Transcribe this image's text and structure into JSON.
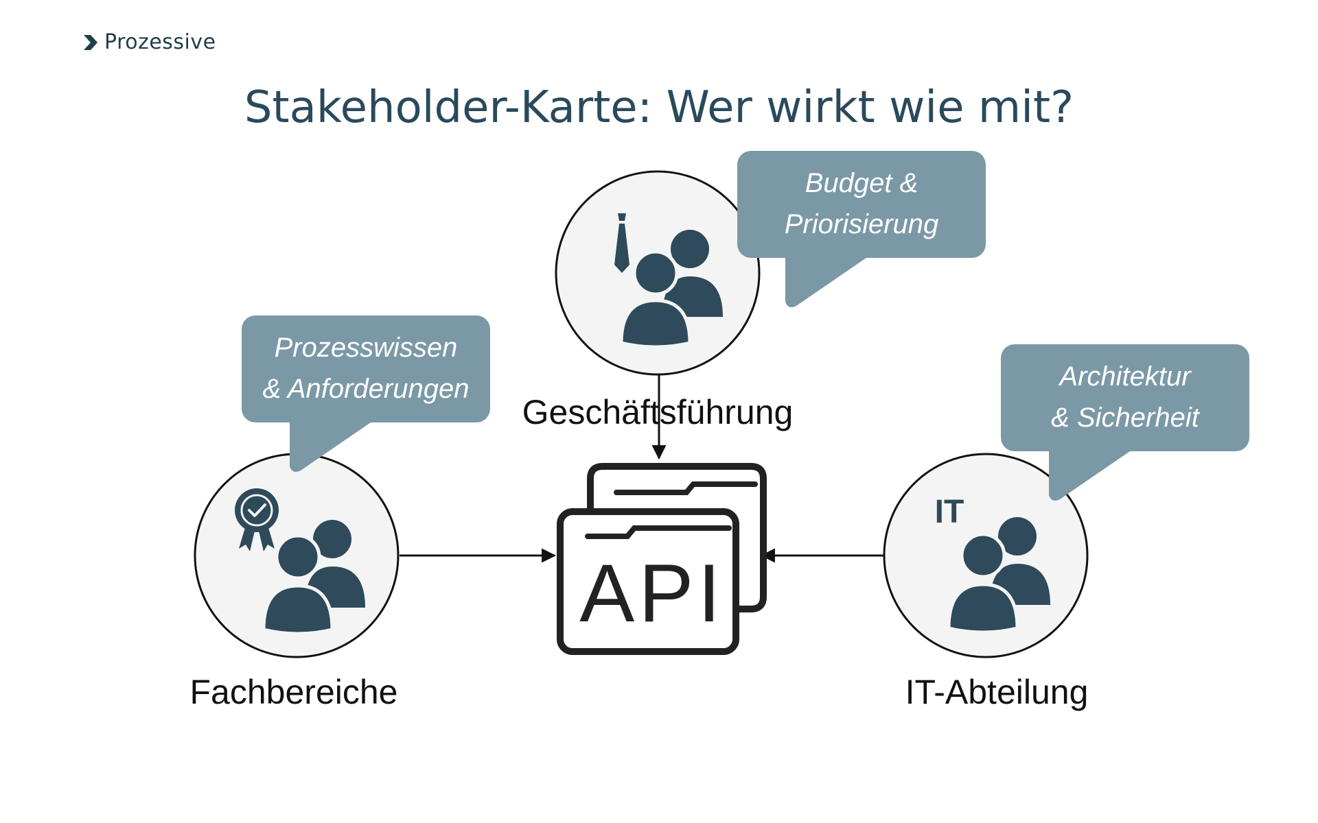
{
  "header": {
    "logo_text": "Prozessive",
    "logo_icon": "chevron-right-icon"
  },
  "title": "Stakeholder-Karte: Wer wirkt wie mit?",
  "colors": {
    "icon_dark": "#2e4a5b",
    "bubble": "#7b98a6",
    "title": "#2a4a5b",
    "circle_fill": "#f4f4f4",
    "stroke": "#111111"
  },
  "nodes": {
    "management": {
      "label": "Geschäftsführung",
      "bubble_line1": "Budget &",
      "bubble_line2": "Priorisierung",
      "icon": "people-tie-icon"
    },
    "business": {
      "label": "Fachbereiche",
      "bubble_line1": "Prozesswissen",
      "bubble_line2": "& Anforderungen",
      "icon": "people-badge-icon"
    },
    "it": {
      "label": "IT-Abteilung",
      "bubble_line1": "Architektur",
      "bubble_line2": "& Sicherheit",
      "badge_text": "IT",
      "icon": "people-it-icon"
    },
    "api": {
      "text": "API",
      "icon": "api-folders-icon"
    }
  }
}
